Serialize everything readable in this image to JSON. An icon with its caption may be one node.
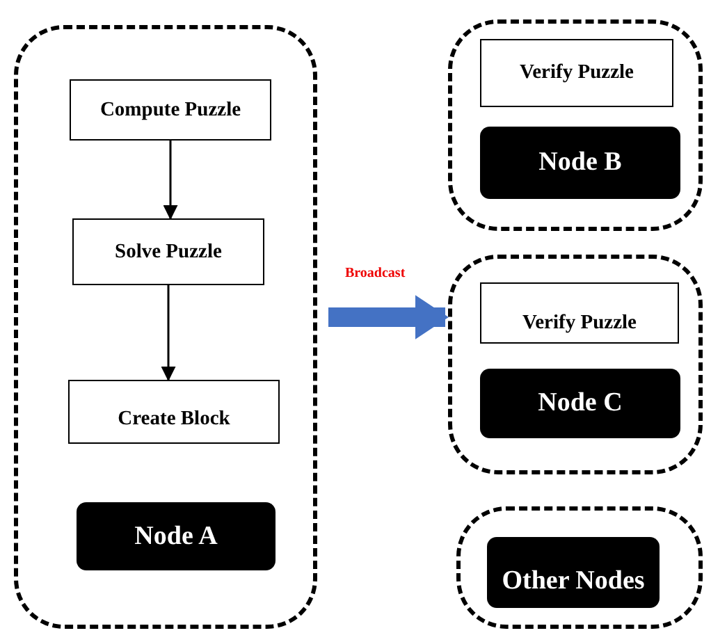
{
  "diagram": {
    "nodes": [
      {
        "text": [],
        "shape": "box"
      },
      {
        "text": [
          "Compute Puzzle"
        ],
        "in": 0
      },
      {
        "text": [
          "Solve Puzzle"
        ],
        "in": 0
      },
      {
        "text": [
          "Create Block"
        ],
        "in": 0
      },
      {
        "text": [
          "Node A"
        ],
        "in": 0
      },
      {
        "text": [],
        "shape": "box"
      },
      {
        "text": [
          "Verify Puzzle"
        ],
        "in": 5
      },
      {
        "text": [
          "Node B"
        ],
        "in": 5
      },
      {
        "text": [],
        "shape": "box"
      },
      {
        "text": [
          "Verify Puzzle"
        ],
        "in": 8
      },
      {
        "text": [
          "Node C"
        ],
        "in": 8
      },
      {
        "text": [],
        "shape": "box"
      },
      {
        "text": [
          "Other Nodes"
        ],
        "in": 11
      }
    ],
    "edges": [
      {
        "from": 1,
        "to": 2,
        "arrow": "to"
      },
      {
        "from": 2,
        "to": 3,
        "arrow": "to"
      },
      {
        "from": 0,
        "to": 8,
        "arrow": "to",
        "label": "Broadcast",
        "style": "thick",
        "color": "#4472c4"
      }
    ]
  }
}
